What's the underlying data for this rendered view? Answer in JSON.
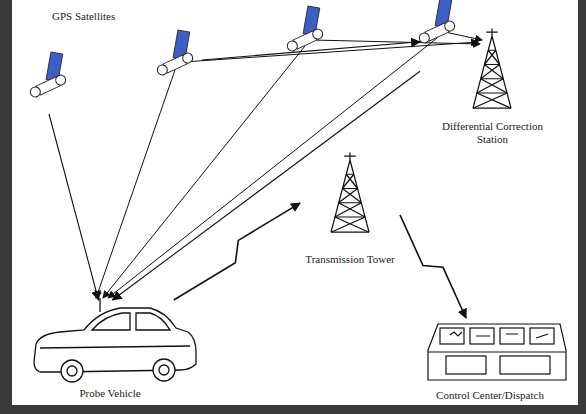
{
  "diagram": {
    "nodes": [
      {
        "text": [
          "GPS Satellites"
        ]
      },
      {
        "text": [
          "Differential Correction Station"
        ]
      },
      {
        "text": [
          "Transmission Tower"
        ]
      },
      {
        "text": [
          "Probe Vehicle"
        ]
      },
      {
        "text": [
          "Control Center/Dispatch"
        ]
      }
    ],
    "edges": [
      {
        "from": 0,
        "to": 3,
        "arrow": "to"
      },
      {
        "from": 0,
        "to": 1,
        "arrow": "to"
      },
      {
        "from": 1,
        "to": 3,
        "arrow": "to"
      },
      {
        "from": 3,
        "to": 2,
        "arrow": "to"
      },
      {
        "from": 2,
        "to": 4,
        "arrow": "to"
      }
    ]
  }
}
